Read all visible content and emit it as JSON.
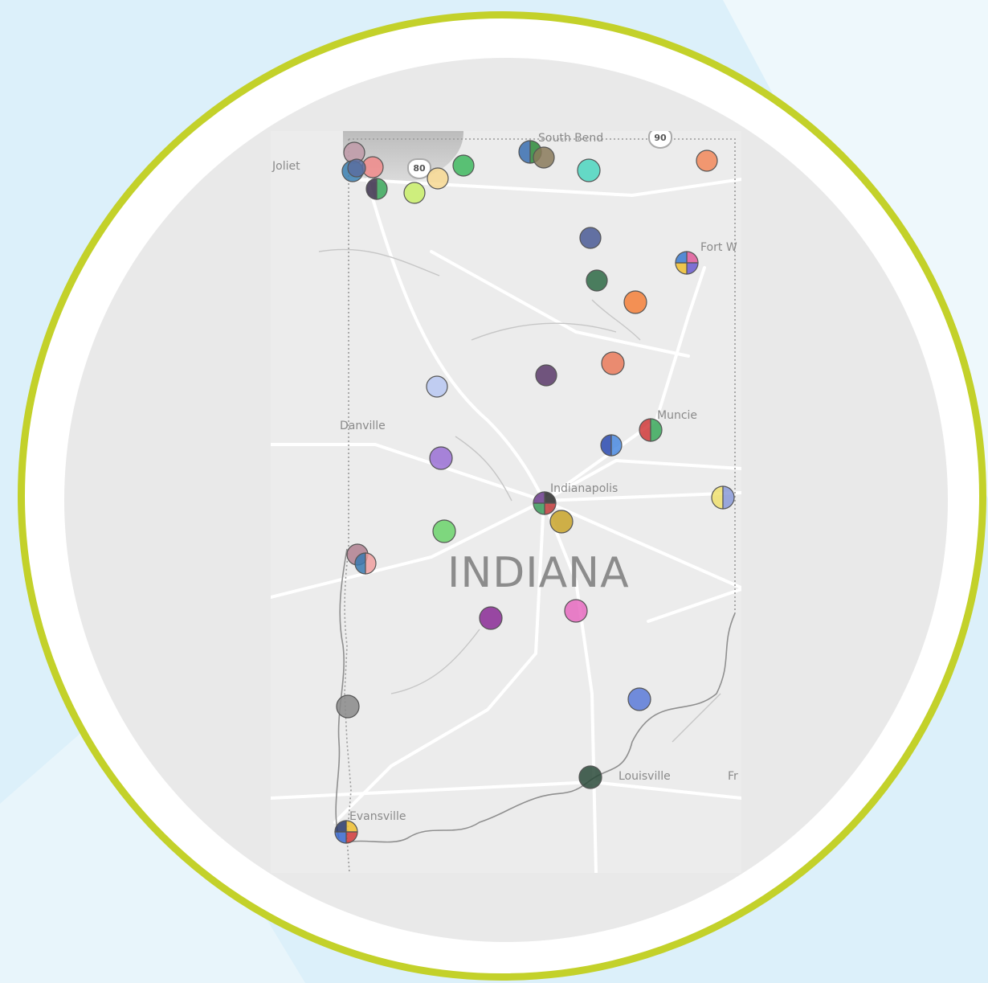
{
  "cities": {
    "joliet": "Joliet",
    "south_bend": "South Bend",
    "fort_wayne": "Fort W",
    "danville": "Danville",
    "muncie": "Muncie",
    "indianapolis": "Indianapolis",
    "louisville": "Louisville",
    "fr": "Fr",
    "evansville": "Evansville"
  },
  "state_label": "INDIANA",
  "highway_shields": {
    "i80": "80",
    "i90": "90"
  },
  "colors": {
    "frame_ring": "#c3d12a",
    "background": "#dcf0fa",
    "map_background": "#ececec"
  }
}
